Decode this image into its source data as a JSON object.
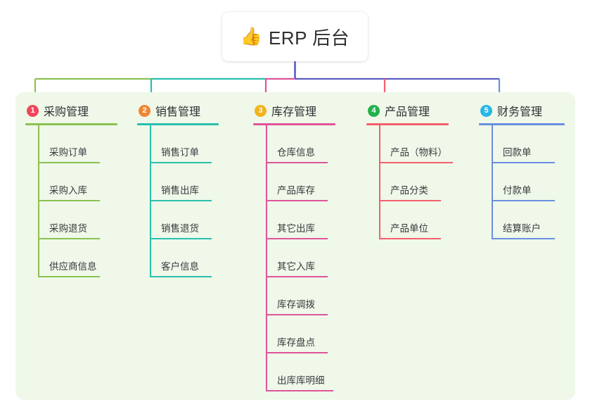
{
  "root": {
    "icon": "thumbs-up-icon",
    "emoji": "👍",
    "title": "ERP 后台",
    "stem_color": "#5b5bc4"
  },
  "panel": {
    "background": "#eff8e9"
  },
  "columns": [
    {
      "number": "1",
      "title": "采购管理",
      "color": "#8cc152",
      "badge_color": "#f0465a",
      "items": [
        {
          "label": "采购订单"
        },
        {
          "label": "采购入库"
        },
        {
          "label": "采购退货"
        },
        {
          "label": "供应商信息"
        }
      ]
    },
    {
      "number": "2",
      "title": "销售管理",
      "color": "#2bbfae",
      "badge_color": "#f08633",
      "items": [
        {
          "label": "销售订单"
        },
        {
          "label": "销售出库"
        },
        {
          "label": "销售退货"
        },
        {
          "label": "客户信息"
        }
      ]
    },
    {
      "number": "3",
      "title": "库存管理",
      "color": "#e0549a",
      "badge_color": "#f2b31c",
      "items": [
        {
          "label": "仓库信息"
        },
        {
          "label": "产品库存"
        },
        {
          "label": "其它出库"
        },
        {
          "label": "其它入库"
        },
        {
          "label": "库存调拨"
        },
        {
          "label": "库存盘点"
        },
        {
          "label": "出库库明细"
        }
      ]
    },
    {
      "number": "4",
      "title": "产品管理",
      "color": "#f4606c",
      "badge_color": "#22b14c",
      "items": [
        {
          "label": "产品（物料）"
        },
        {
          "label": "产品分类"
        },
        {
          "label": "产品单位"
        }
      ]
    },
    {
      "number": "5",
      "title": "财务管理",
      "color": "#6b8ee0",
      "badge_color": "#29b6e8",
      "items": [
        {
          "label": "回款单"
        },
        {
          "label": "付款单"
        },
        {
          "label": "结算账户"
        }
      ]
    }
  ]
}
